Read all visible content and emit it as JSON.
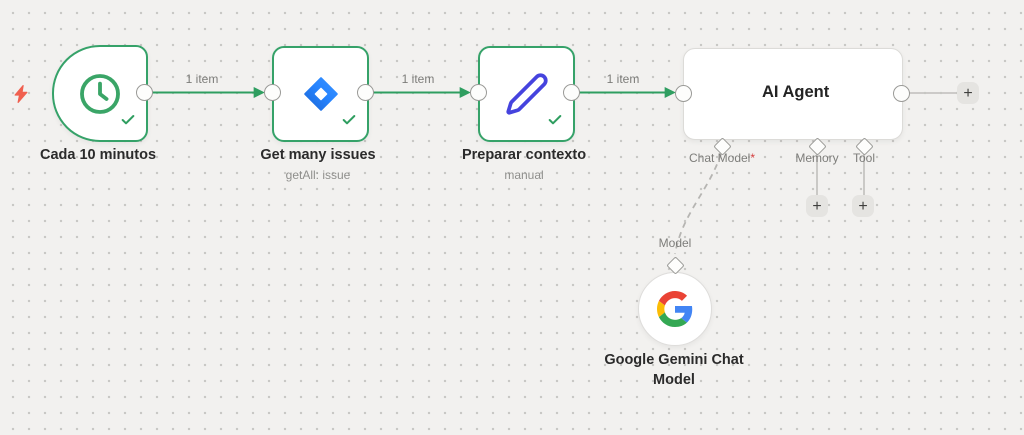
{
  "nodes": {
    "trigger": {
      "title": "Cada 10 minutos"
    },
    "jira": {
      "title": "Get many issues",
      "subtitle": "getAll: issue"
    },
    "set": {
      "title": "Preparar contexto",
      "subtitle": "manual"
    },
    "agent": {
      "title": "AI Agent"
    },
    "gemini": {
      "title": "Google Gemini Chat Model"
    }
  },
  "ports": {
    "chat_model": {
      "label": "Chat Model",
      "required_marker": "*"
    },
    "memory": {
      "label": "Memory"
    },
    "tool": {
      "label": "Tool"
    },
    "model": {
      "label": "Model"
    }
  },
  "connections": {
    "trigger_to_jira": {
      "label": "1 item"
    },
    "jira_to_set": {
      "label": "1 item"
    },
    "set_to_agent": {
      "label": "1 item"
    }
  },
  "buttons": {
    "add_memory": "+",
    "add_tool": "+",
    "add_next": "+"
  },
  "colors": {
    "canvas_bg": "#f2f1ef",
    "success_green": "#2f9e60",
    "node_border_green": "#36a269",
    "bolt_red": "#f0604f",
    "pencil_blue": "#4543de",
    "jira_blue": "#2684ff",
    "required_red": "#d43d3d"
  }
}
